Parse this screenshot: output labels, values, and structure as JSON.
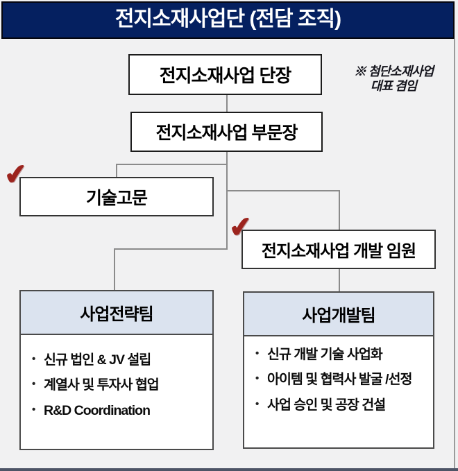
{
  "colors": {
    "navy": "#052060",
    "bg": "#f1f1f2",
    "header-blue": "#dbe3ef",
    "line-gray": "#8b8b8b",
    "check-red": "#9c241e",
    "bottom-bar": "#4d5466"
  },
  "title": "전지소재사업단 (전담 조직)",
  "org": {
    "head": "전지소재사업 단장",
    "note_line1": "※ 첨단소재사업",
    "note_line2": "대표 겸임",
    "division_head": "전지소재사업 부문장",
    "advisor": "기술고문",
    "dev_executive": "전지소재사업 개발 임원",
    "check_icon": "✔"
  },
  "teams": [
    {
      "name": "사업전략팀",
      "bullets": [
        "신규 법인 & JV 설립",
        "계열사 및 투자사 협업",
        "R&D Coordination"
      ]
    },
    {
      "name": "사업개발팀",
      "bullets": [
        "신규 개발 기술 사업화",
        "아이템 및 협력사 발굴 /선정",
        "사업 승인 및 공장 건설"
      ]
    }
  ]
}
